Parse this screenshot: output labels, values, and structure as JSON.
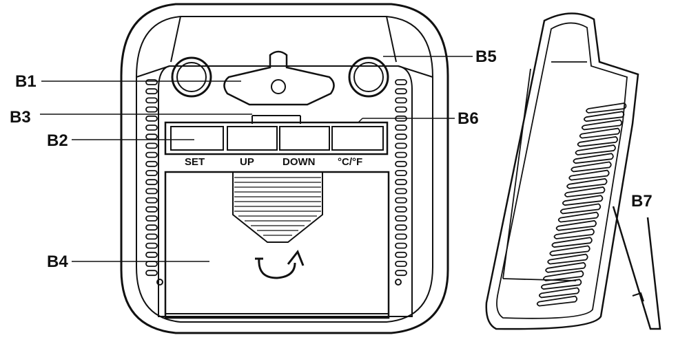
{
  "callouts": {
    "b1": "B1",
    "b2": "B2",
    "b3": "B3",
    "b4": "B4",
    "b5": "B5",
    "b6": "B6",
    "b7": "B7"
  },
  "buttons": {
    "set": "SET",
    "up": "UP",
    "down": "DOWN",
    "unit": "°C/°F"
  },
  "colors": {
    "line": "#111111",
    "background": "#ffffff"
  }
}
